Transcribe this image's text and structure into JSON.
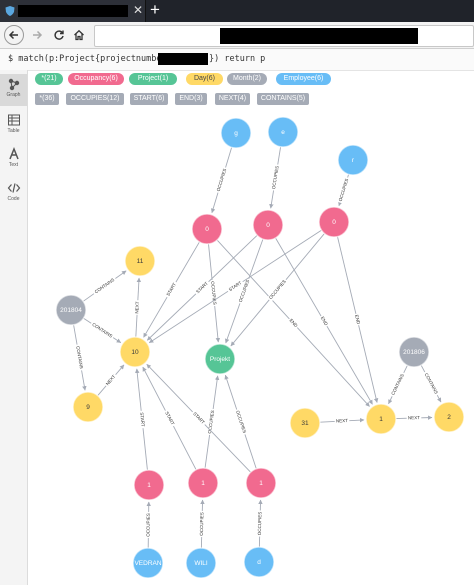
{
  "browser": {
    "tab_close": "✕",
    "new_tab": "+",
    "nav": {
      "back": "←",
      "forward": "→",
      "reload": "⟳",
      "home": "⌂"
    }
  },
  "sidebar": {
    "items": [
      {
        "label": "Graph",
        "icon": "graph-icon"
      },
      {
        "label": "Table",
        "icon": "table-icon"
      },
      {
        "label": "Text",
        "icon": "text-icon"
      },
      {
        "label": "Code",
        "icon": "code-icon"
      }
    ]
  },
  "query": {
    "prefix": "$ match(p:Project{projectnumber:",
    "suffix": "}) return p"
  },
  "labels": [
    {
      "text": "*(21)",
      "color": "#56c596",
      "text_color": "#ffffff"
    },
    {
      "text": "Occupancy(6)",
      "color": "#f16a8f",
      "text_color": "#ffffff"
    },
    {
      "text": "Project(1)",
      "color": "#56c596",
      "text_color": "#ffffff"
    },
    {
      "text": "Day(6)",
      "color": "#ffd966",
      "text_color": "#444444"
    },
    {
      "text": "Month(2)",
      "color": "#a5abb6",
      "text_color": "#ffffff"
    },
    {
      "text": "Employee(6)",
      "color": "#68bdf6",
      "text_color": "#ffffff"
    }
  ],
  "relationships": [
    {
      "text": "*(36)"
    },
    {
      "text": "OCCUPIES(12)"
    },
    {
      "text": "START(6)"
    },
    {
      "text": "END(3)"
    },
    {
      "text": "NEXT(4)"
    },
    {
      "text": "CONTAINS(5)"
    }
  ],
  "graph": {
    "colors": {
      "employee": "#68bdf6",
      "occupancy": "#f16a8f",
      "project": "#56c596",
      "day": "#ffd966",
      "month": "#a5abb6",
      "edge": "#a5abb6"
    },
    "nodes": [
      {
        "id": "e1",
        "type": "employee",
        "label": "g"
      },
      {
        "id": "e2",
        "type": "employee",
        "label": "e"
      },
      {
        "id": "e3",
        "type": "employee",
        "label": "r"
      },
      {
        "id": "o1",
        "type": "occupancy",
        "label": "0"
      },
      {
        "id": "o2",
        "type": "occupancy",
        "label": "0"
      },
      {
        "id": "o3",
        "type": "occupancy",
        "label": "0"
      },
      {
        "id": "d11",
        "type": "day",
        "label": "11"
      },
      {
        "id": "m1",
        "type": "month",
        "label": "201804"
      },
      {
        "id": "d10",
        "type": "day",
        "label": "10"
      },
      {
        "id": "proj",
        "type": "project",
        "label": "Projekt"
      },
      {
        "id": "m2",
        "type": "month",
        "label": "201806"
      },
      {
        "id": "d9",
        "type": "day",
        "label": "9"
      },
      {
        "id": "d31",
        "type": "day",
        "label": "31"
      },
      {
        "id": "d1",
        "type": "day",
        "label": "1"
      },
      {
        "id": "d2",
        "type": "day",
        "label": "2"
      },
      {
        "id": "o4",
        "type": "occupancy",
        "label": "1"
      },
      {
        "id": "o5",
        "type": "occupancy",
        "label": "1"
      },
      {
        "id": "o6",
        "type": "occupancy",
        "label": "1"
      },
      {
        "id": "e4",
        "type": "employee",
        "label": "VEDRAN"
      },
      {
        "id": "e5",
        "type": "employee",
        "label": "WILI"
      },
      {
        "id": "e6",
        "type": "employee",
        "label": "d"
      }
    ],
    "edges": [
      {
        "from": "e1",
        "to": "o1",
        "label": "OCCUPIES"
      },
      {
        "from": "e2",
        "to": "o2",
        "label": "OCCUPIES"
      },
      {
        "from": "e3",
        "to": "o3",
        "label": "OCCUPIES"
      },
      {
        "from": "o1",
        "to": "d10",
        "label": "START"
      },
      {
        "from": "o1",
        "to": "proj",
        "label": "OCCUPIES"
      },
      {
        "from": "o1",
        "to": "d1",
        "label": "END"
      },
      {
        "from": "o2",
        "to": "d10",
        "label": "START"
      },
      {
        "from": "o2",
        "to": "proj",
        "label": "OCCUPIES"
      },
      {
        "from": "o2",
        "to": "d1",
        "label": "END"
      },
      {
        "from": "o3",
        "to": "d10",
        "label": "START"
      },
      {
        "from": "o3",
        "to": "proj",
        "label": "OCCUPIES"
      },
      {
        "from": "o3",
        "to": "d1",
        "label": "END"
      },
      {
        "from": "m1",
        "to": "d11",
        "label": "CONTAINS"
      },
      {
        "from": "m1",
        "to": "d10",
        "label": "CONTAINS"
      },
      {
        "from": "m1",
        "to": "d9",
        "label": "CONTAINS"
      },
      {
        "from": "d10",
        "to": "d11",
        "label": "NEXT"
      },
      {
        "from": "d9",
        "to": "d10",
        "label": "NEXT"
      },
      {
        "from": "d31",
        "to": "d1",
        "label": "NEXT"
      },
      {
        "from": "d1",
        "to": "d2",
        "label": "NEXT"
      },
      {
        "from": "m2",
        "to": "d1",
        "label": "CONTAINS"
      },
      {
        "from": "m2",
        "to": "d2",
        "label": "CONTAINS"
      },
      {
        "from": "o4",
        "to": "d10",
        "label": "START"
      },
      {
        "from": "o5",
        "to": "d10",
        "label": "START"
      },
      {
        "from": "o5",
        "to": "proj",
        "label": "OCCUPIES"
      },
      {
        "from": "o6",
        "to": "d10",
        "label": "START"
      },
      {
        "from": "o6",
        "to": "proj",
        "label": "OCCUPIES"
      },
      {
        "from": "e4",
        "to": "o4",
        "label": "OCCUPIES"
      },
      {
        "from": "e5",
        "to": "o5",
        "label": "OCCUPIES"
      },
      {
        "from": "e6",
        "to": "o6",
        "label": "OCCUPIES"
      }
    ]
  }
}
